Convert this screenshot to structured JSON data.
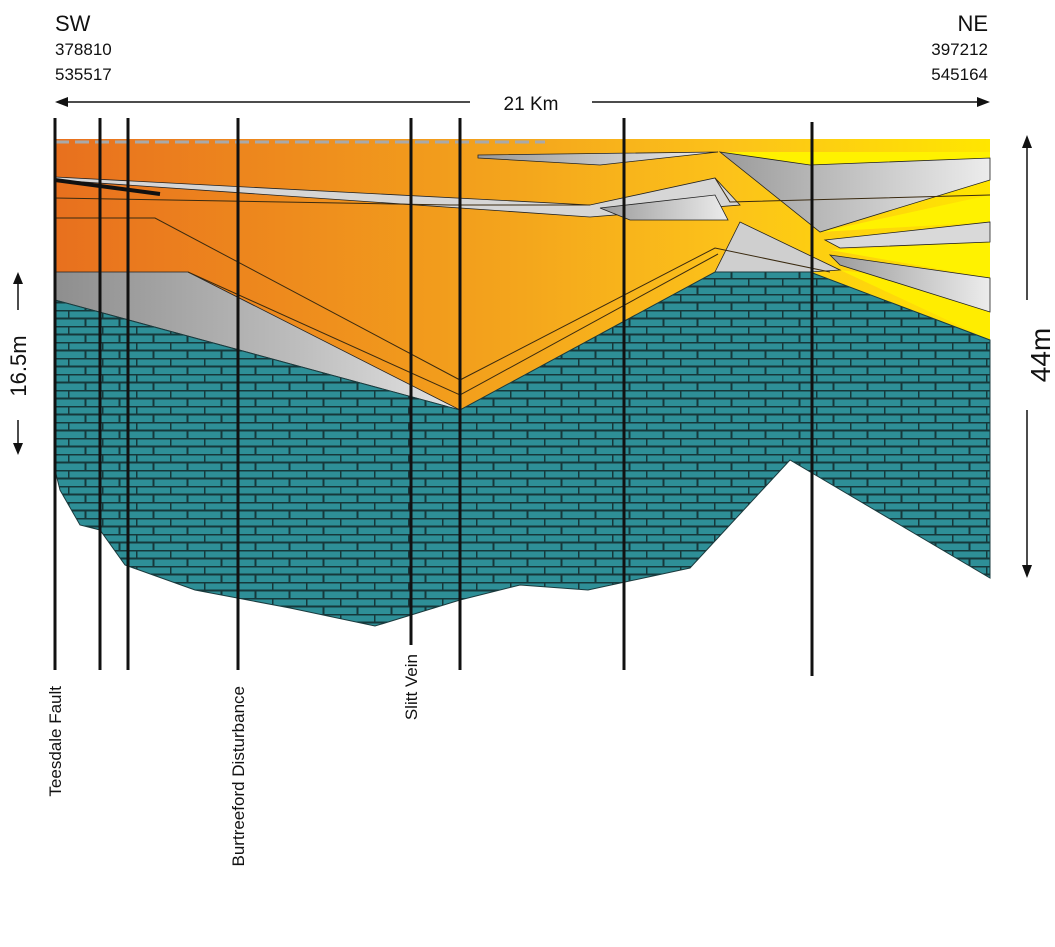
{
  "left_end": {
    "direction": "SW",
    "easting": "378810",
    "northing": "535517"
  },
  "right_end": {
    "direction": "NE",
    "easting": "397212",
    "northing": "545164"
  },
  "distance_label": "21 Km",
  "left_scale_label": "16.5m",
  "right_scale_label": "44m",
  "fault_labels": [
    "Teesdale Fault",
    "Burtreeford Disturbance",
    "Slitt Vein"
  ],
  "colors": {
    "orange": "#ec7a1e",
    "yellow": "#fff200",
    "limestone": "#2e8f97",
    "brick_lines": "#16383b",
    "shale": "#c8c8c8",
    "lines": "#111111"
  }
}
